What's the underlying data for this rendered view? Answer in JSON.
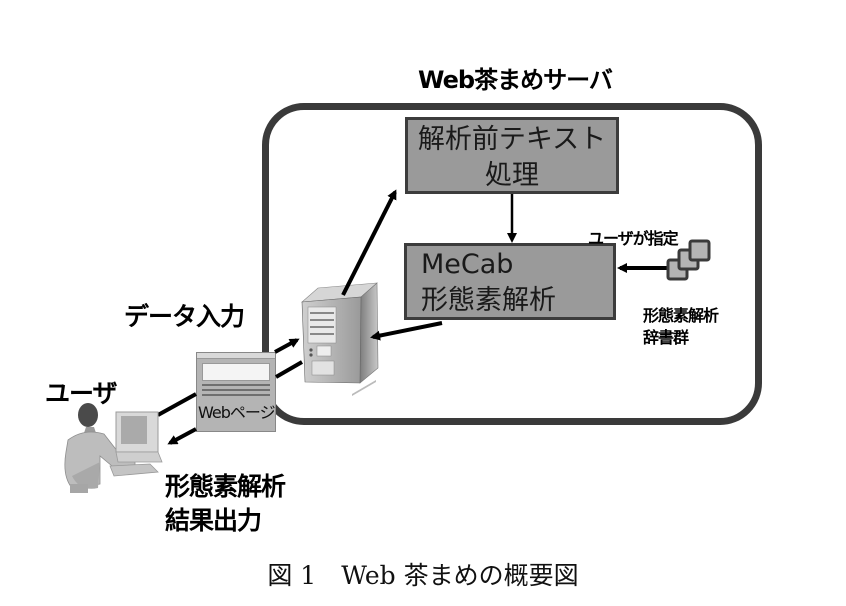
{
  "diagram": {
    "server_title": "Web茶まめサーバ",
    "pre_processing_box": {
      "line1": "解析前テキスト",
      "line2": "処理"
    },
    "mecab_box": {
      "line1": "MeCab",
      "line2": "形態素解析"
    },
    "user_specified_label": "ユーザが指定",
    "dictionary_label": {
      "line1": "形態素解析",
      "line2": "辞書群"
    },
    "data_input_label": "データ入力",
    "user_label": "ユーザ",
    "webpage_label": "Webページ",
    "result_output_label": {
      "line1": "形態素解析",
      "line2": "結果出力"
    },
    "icons": [
      "server-tower-icon",
      "web-page-window-icon",
      "user-at-computer-icon",
      "dictionary-stack-icon"
    ],
    "colors": {
      "box_fill": "#9a9a9a",
      "box_border": "#3c3c3c",
      "frame_border": "#3a3a3a",
      "arrow": "#000000"
    }
  },
  "caption": "図 1　Web 茶まめの概要図"
}
